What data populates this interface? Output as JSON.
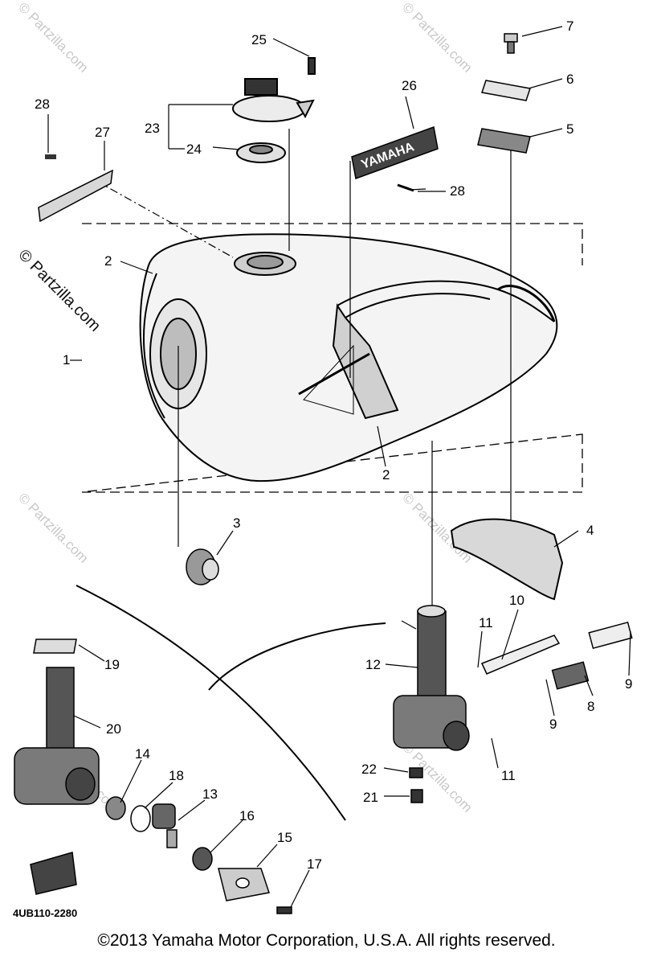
{
  "watermark": "© Partzilla.com",
  "callouts": [
    {
      "id": "1",
      "label": "1"
    },
    {
      "id": "2a",
      "label": "2"
    },
    {
      "id": "2b",
      "label": "2"
    },
    {
      "id": "3",
      "label": "3"
    },
    {
      "id": "4",
      "label": "4"
    },
    {
      "id": "5",
      "label": "5"
    },
    {
      "id": "6",
      "label": "6"
    },
    {
      "id": "7",
      "label": "7"
    },
    {
      "id": "8",
      "label": "8"
    },
    {
      "id": "9a",
      "label": "9"
    },
    {
      "id": "9b",
      "label": "9"
    },
    {
      "id": "10",
      "label": "10"
    },
    {
      "id": "11a",
      "label": "11"
    },
    {
      "id": "11b",
      "label": "11"
    },
    {
      "id": "12",
      "label": "12"
    },
    {
      "id": "13",
      "label": "13"
    },
    {
      "id": "14",
      "label": "14"
    },
    {
      "id": "15",
      "label": "15"
    },
    {
      "id": "16",
      "label": "16"
    },
    {
      "id": "17",
      "label": "17"
    },
    {
      "id": "18",
      "label": "18"
    },
    {
      "id": "19",
      "label": "19"
    },
    {
      "id": "20",
      "label": "20"
    },
    {
      "id": "21",
      "label": "21"
    },
    {
      "id": "22",
      "label": "22"
    },
    {
      "id": "23",
      "label": "23"
    },
    {
      "id": "24",
      "label": "24"
    },
    {
      "id": "25",
      "label": "25"
    },
    {
      "id": "26",
      "label": "26"
    },
    {
      "id": "27",
      "label": "27"
    },
    {
      "id": "28a",
      "label": "28"
    },
    {
      "id": "28b",
      "label": "28"
    }
  ],
  "emblem_text": "YAMAHA",
  "diagram_code": "4UB110-2280",
  "copyright": "©2013 Yamaha Motor Corporation, U.S.A. All rights reserved."
}
